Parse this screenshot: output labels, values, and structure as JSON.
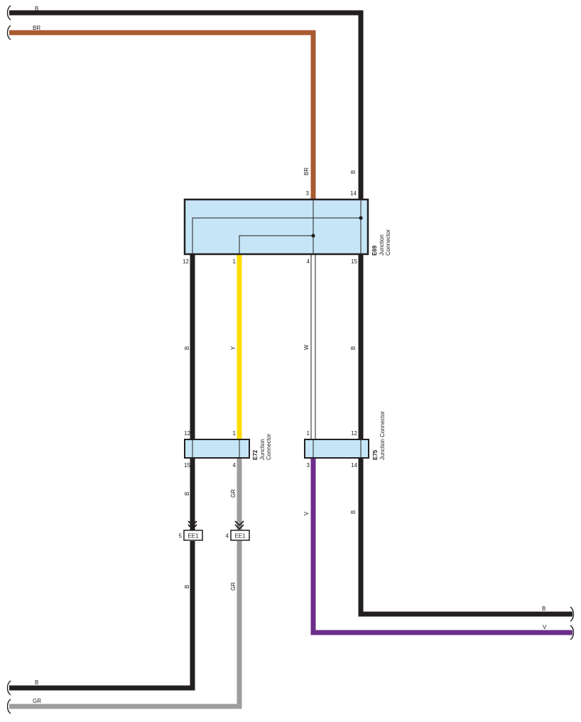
{
  "colors": {
    "B": "#231f20",
    "BR": "#a85a30",
    "Y": "#ffdd00",
    "W": "#ffffff",
    "GR": "#9d9d9d",
    "V": "#6d2c8a",
    "connector_fill": "#c6e6f7",
    "outline": "#231f20"
  },
  "wires": {
    "top_b": "B",
    "top_br": "BR",
    "riser_br": "BR",
    "riser_b": "B",
    "e69_e72_b": "B",
    "e69_e72_y": "Y",
    "e69_e75_w": "W",
    "e69_e75_b": "B",
    "e72_down_b": "B",
    "e72_down_gr": "GR",
    "e75_down_v": "V",
    "e75_down_b": "B",
    "ee1_down_b": "B",
    "ee1_down_gr": "GR",
    "bottom_b": "B",
    "bottom_gr": "GR",
    "right_b": "B",
    "right_v": "V"
  },
  "connectors": {
    "e69": {
      "id": "E69",
      "name_line1": "Junction",
      "name_line2": "Connector",
      "pins_top": {
        "br": "3",
        "b": "14"
      },
      "pins_bottom": {
        "b": "12",
        "y": "1",
        "w": "4",
        "b2": "15"
      }
    },
    "e72": {
      "id": "E72",
      "name_line1": "Junction",
      "name_line2": "Connector",
      "pins_top": {
        "b": "12",
        "y": "1"
      },
      "pins_bottom": {
        "b": "15",
        "gr": "4"
      }
    },
    "e75": {
      "id": "E75",
      "name": "Junction Connector",
      "pins_top": {
        "w": "1",
        "b": "12"
      },
      "pins_bottom": {
        "v": "3",
        "b": "14"
      }
    }
  },
  "inline_connectors": [
    {
      "id": "EE1",
      "pin": "5"
    },
    {
      "id": "EE1",
      "pin": "4"
    }
  ]
}
